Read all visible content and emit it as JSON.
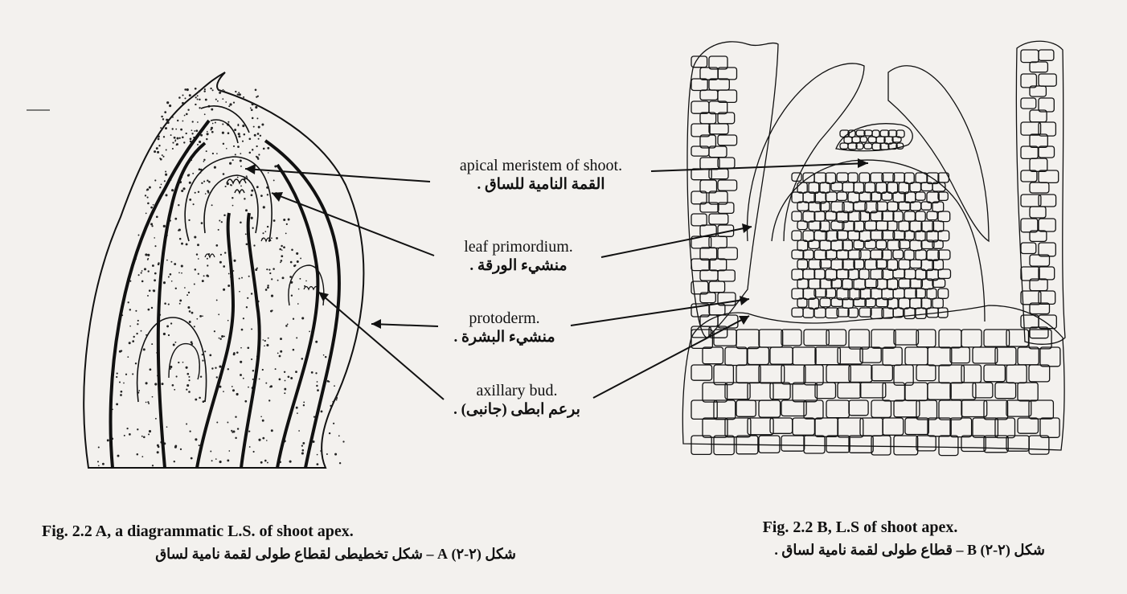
{
  "labels": {
    "apical_meristem": {
      "en": "apical meristem of shoot.",
      "ar": "القمة النامية للساق ."
    },
    "leaf_primordium": {
      "en": "leaf primordium.",
      "ar": "منشيء الورقة ."
    },
    "protoderm": {
      "en": "protoderm.",
      "ar": "منشيء البشرة ."
    },
    "axillary_bud": {
      "en": "axillary bud.",
      "ar": "برعم ابطى (جانبى) ."
    }
  },
  "captions": {
    "fig_a": {
      "en": "Fig. 2.2 A, a diagrammatic L.S. of shoot apex.",
      "ar": "شكل (٢-٢)   A  – شكل تخطيطى لقطاع طولى لقمة نامية لساق"
    },
    "fig_b": {
      "en": "Fig. 2.2 B, L.S of shoot apex.",
      "ar": "شكل (٢-٢)   B  – قطاع طولى لقمة نامية لساق ."
    }
  }
}
